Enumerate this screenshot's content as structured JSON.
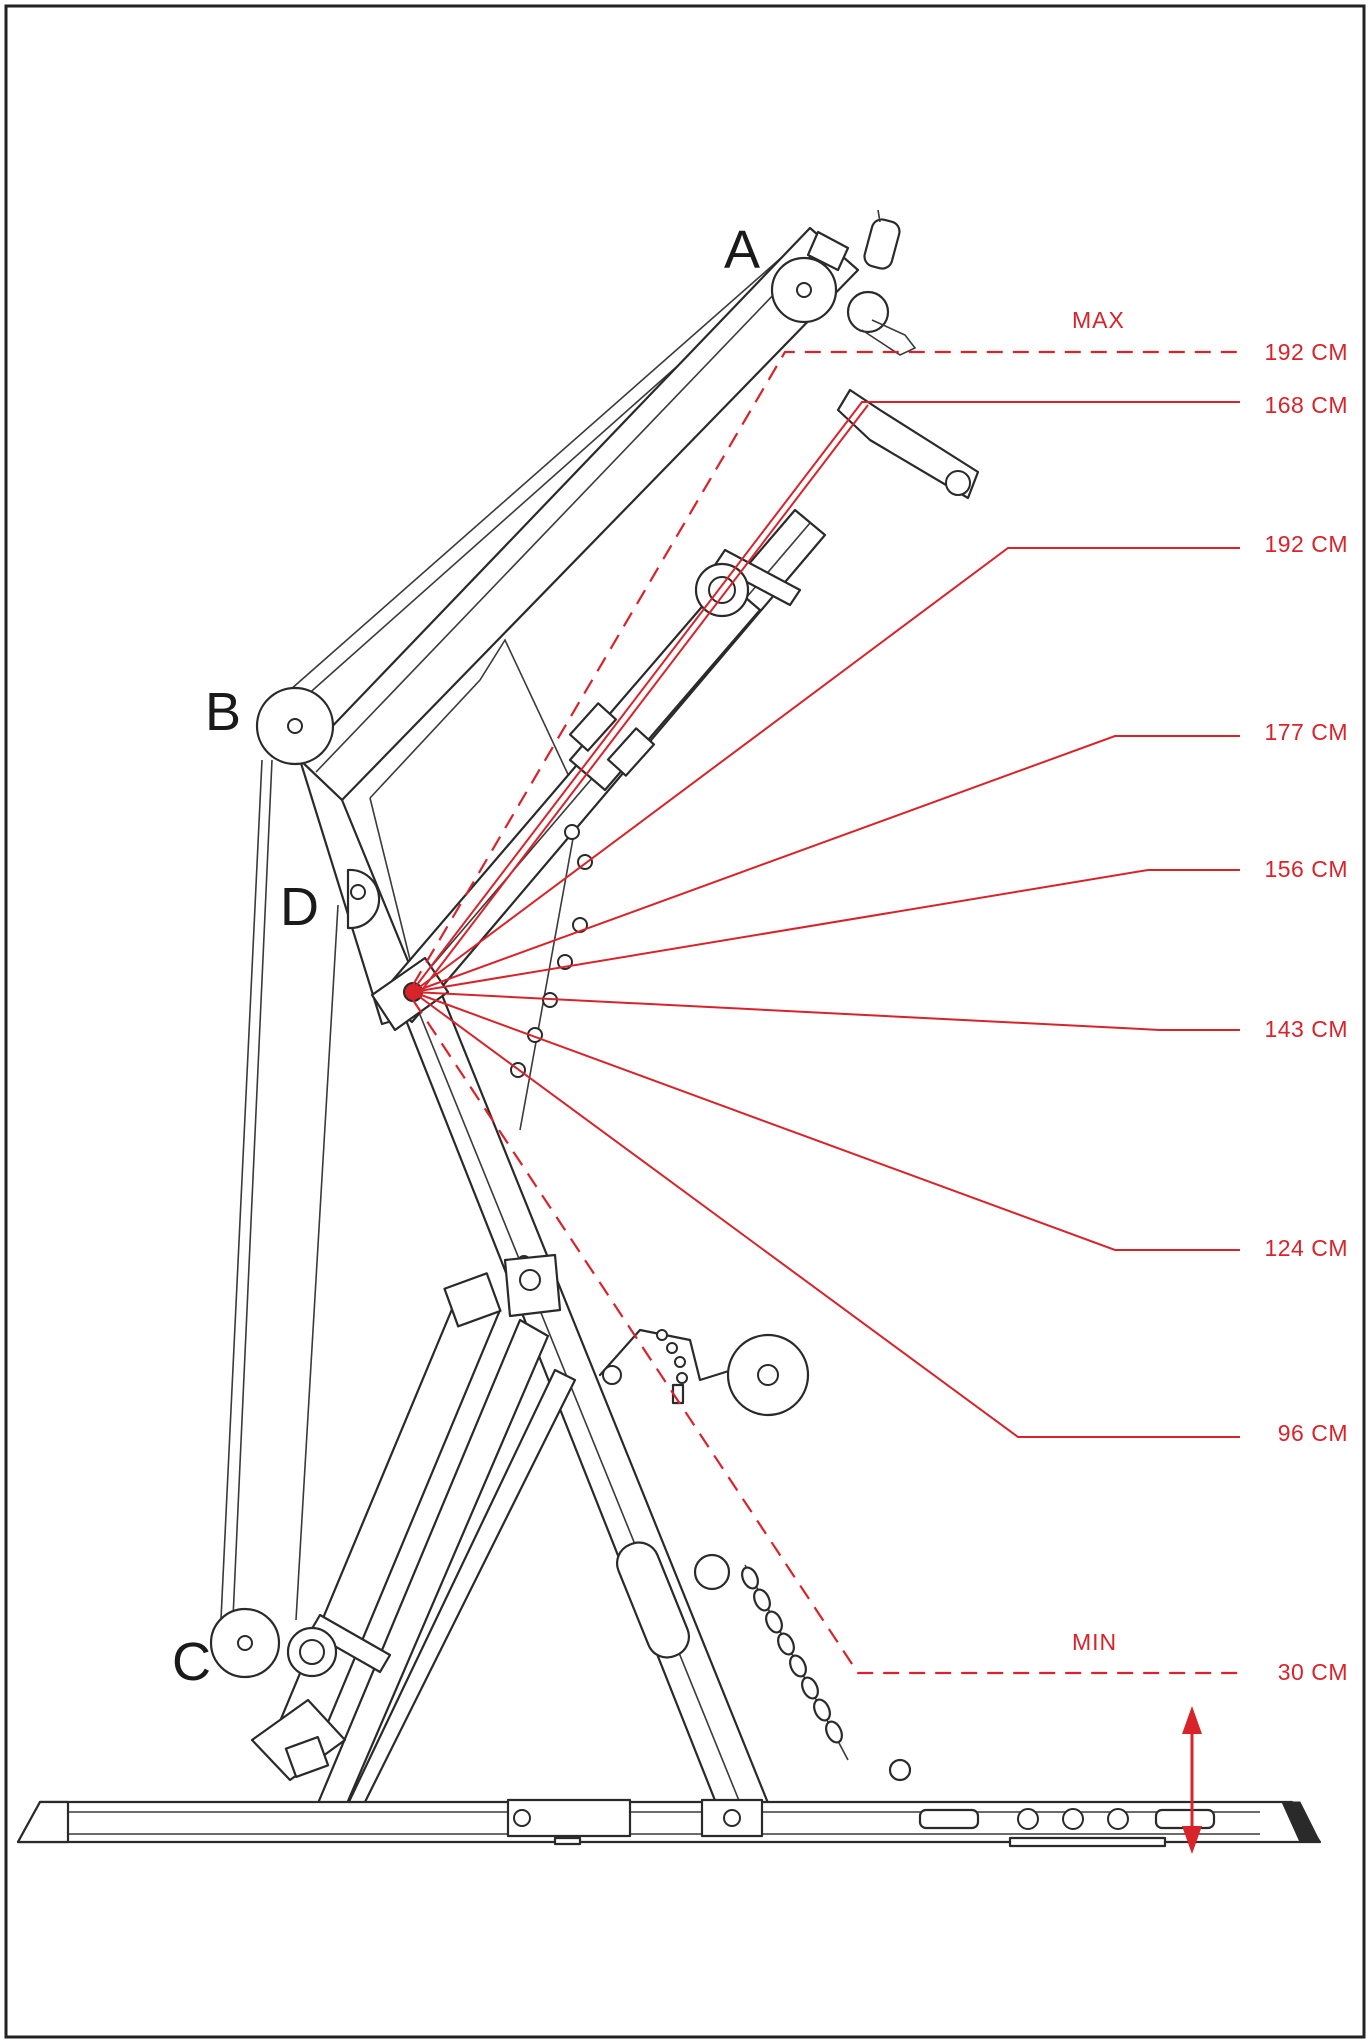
{
  "pulleys": {
    "a": "A",
    "b": "B",
    "c": "C",
    "d": "D"
  },
  "limits": {
    "max": "MAX",
    "min": "MIN"
  },
  "measurements": [
    "192 CM",
    "168 CM",
    "192 CM",
    "177 CM",
    "156 CM",
    "143 CM",
    "124 CM",
    "96 CM",
    "30 CM"
  ],
  "colors": {
    "annotation": "#d8232a",
    "line_art": "#2a2a2a",
    "background": "#ffffff"
  }
}
